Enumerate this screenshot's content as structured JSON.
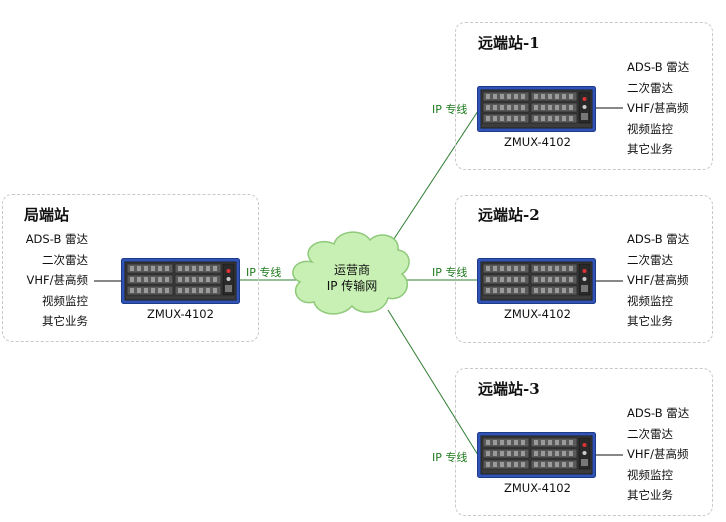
{
  "local_station": {
    "title": "局端站",
    "services": [
      "ADS-B 雷达",
      "二次雷达",
      "VHF/甚高频",
      "视频监控",
      "其它业务"
    ],
    "device_label": "ZMUX-4102",
    "link_label": "IP 专线"
  },
  "cloud": {
    "line1": "运营商",
    "line2": "IP 传输网"
  },
  "remote_stations": [
    {
      "title": "远端站-1",
      "services": [
        "ADS-B 雷达",
        "二次雷达",
        "VHF/甚高频",
        "视频监控",
        "其它业务"
      ],
      "device_label": "ZMUX-4102",
      "link_label": "IP 专线"
    },
    {
      "title": "远端站-2",
      "services": [
        "ADS-B 雷达",
        "二次雷达",
        "VHF/甚高频",
        "视频监控",
        "其它业务"
      ],
      "device_label": "ZMUX-4102",
      "link_label": "IP 专线"
    },
    {
      "title": "远端站-3",
      "services": [
        "ADS-B 雷达",
        "二次雷达",
        "VHF/甚高频",
        "视频监控",
        "其它业务"
      ],
      "device_label": "ZMUX-4102",
      "link_label": "IP 专线"
    }
  ],
  "colors": {
    "link": "#2e7d32",
    "cloud_fill": "#c9f0b4",
    "cloud_stroke": "#8fc97a",
    "device_frame": "#2f54b5",
    "device_body": "#3c3c3c",
    "station_border": "#c8c8c8"
  }
}
